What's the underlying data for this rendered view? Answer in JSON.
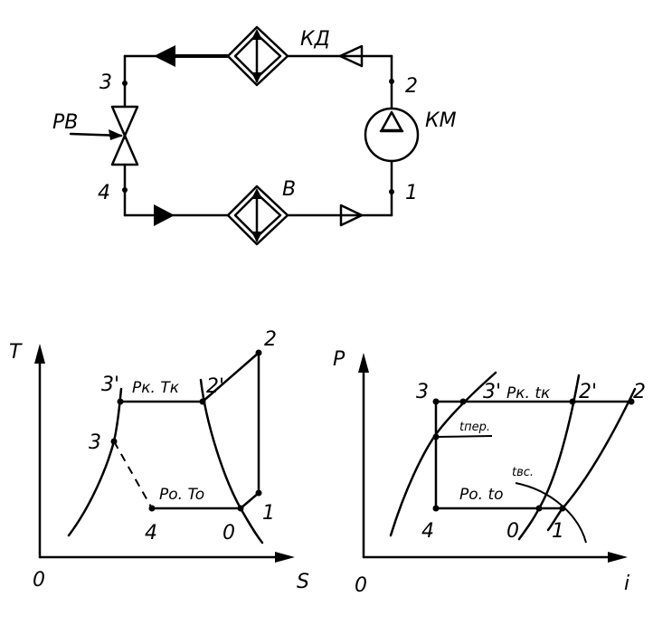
{
  "schematic": {
    "condenser_label": "КД",
    "evaporator_label": "В",
    "compressor_label": "КМ",
    "valve_label": "РВ",
    "point_labels": [
      "1",
      "2",
      "3",
      "4"
    ]
  },
  "ts_diagram": {
    "y_axis_label": "T",
    "x_axis_label": "S",
    "origin_label": "0",
    "points": [
      "3'",
      "2'",
      "2",
      "3",
      "4",
      "0",
      "1"
    ],
    "high_pressure_label": "Pк. Tк",
    "low_pressure_label": "Po. To"
  },
  "pi_diagram": {
    "y_axis_label": "P",
    "x_axis_label": "i",
    "origin_label": "0",
    "points": [
      "3",
      "3'",
      "2'",
      "2",
      "4",
      "0",
      "1"
    ],
    "high_pressure_label": "Pк. tк",
    "low_pressure_label": "Po. to",
    "t_sub_label": "tпер.",
    "t_sup_label": "tвс."
  }
}
